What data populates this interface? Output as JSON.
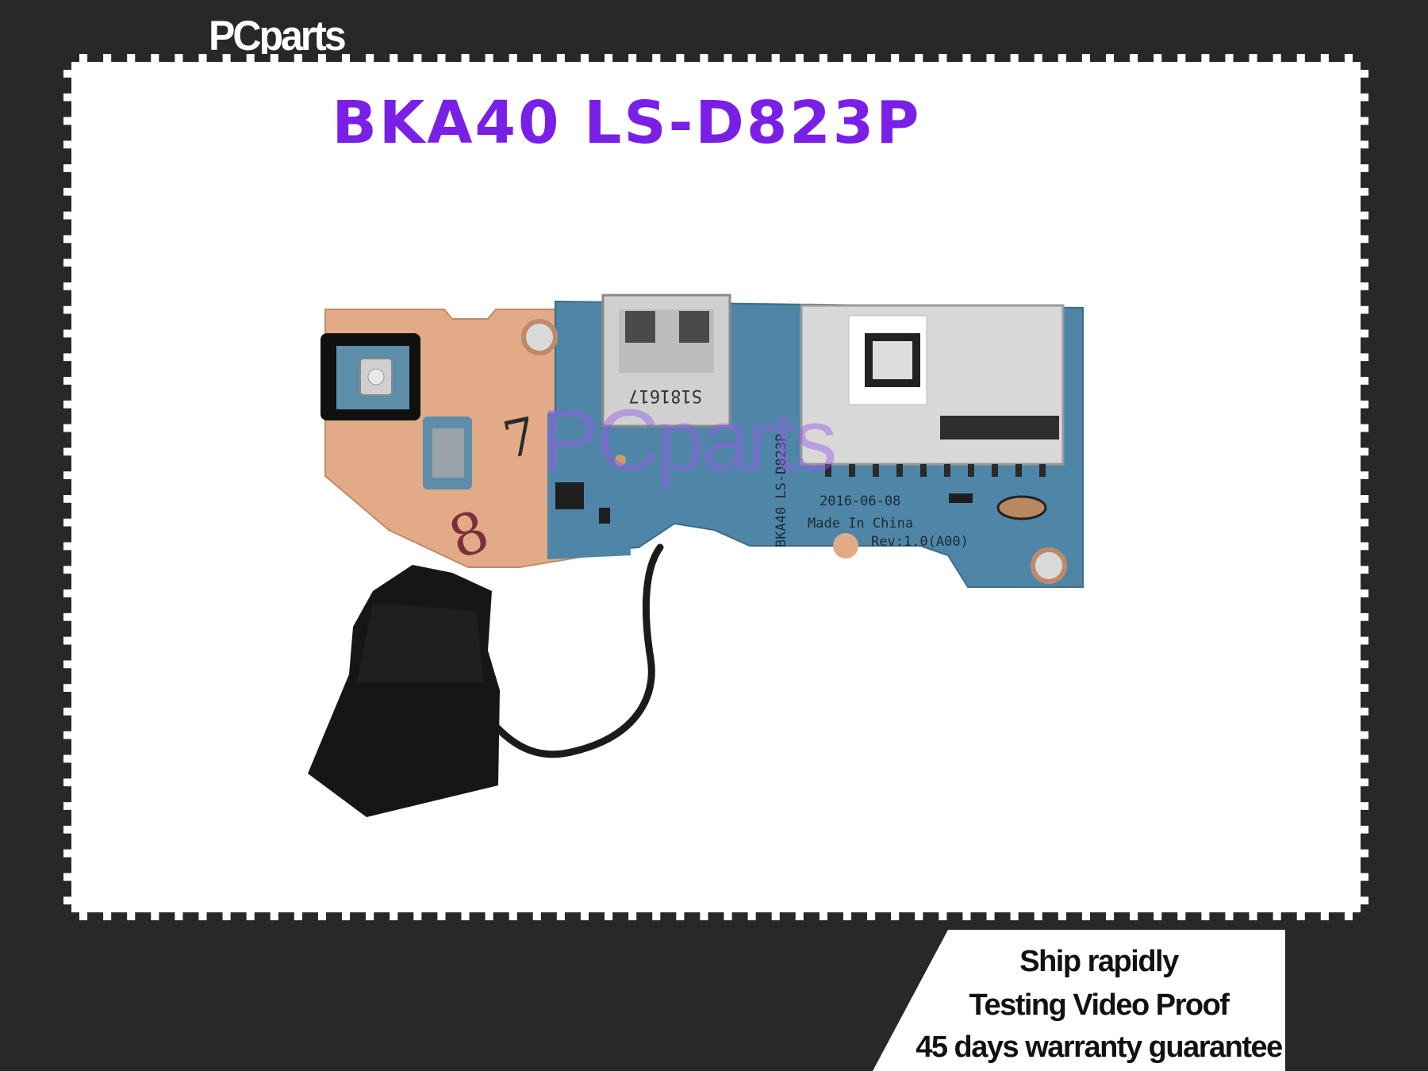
{
  "brand": {
    "logo_text": "PCparts"
  },
  "product": {
    "title": "BKA40 LS-D823P"
  },
  "board_markings": {
    "model": "BKA40 LS-D823P",
    "date": "2016-06-08",
    "origin": "Made In China",
    "revision": "Rev:1.0(A00)",
    "usb_code": "S181617",
    "handwritten_1": "7",
    "handwritten_2": "8"
  },
  "watermark": {
    "text": "PCparts"
  },
  "promo": {
    "line1": "Ship rapidly",
    "line2": "Testing Video Proof",
    "line3": "45 days warranty guarantee"
  },
  "colors": {
    "background": "#282828",
    "title": "#7a1fe6",
    "pcb_blue": "#4f86a8",
    "pcb_copper": "#e0a882",
    "cable": "#1b1b1b",
    "metal": "#d8d8d8"
  }
}
